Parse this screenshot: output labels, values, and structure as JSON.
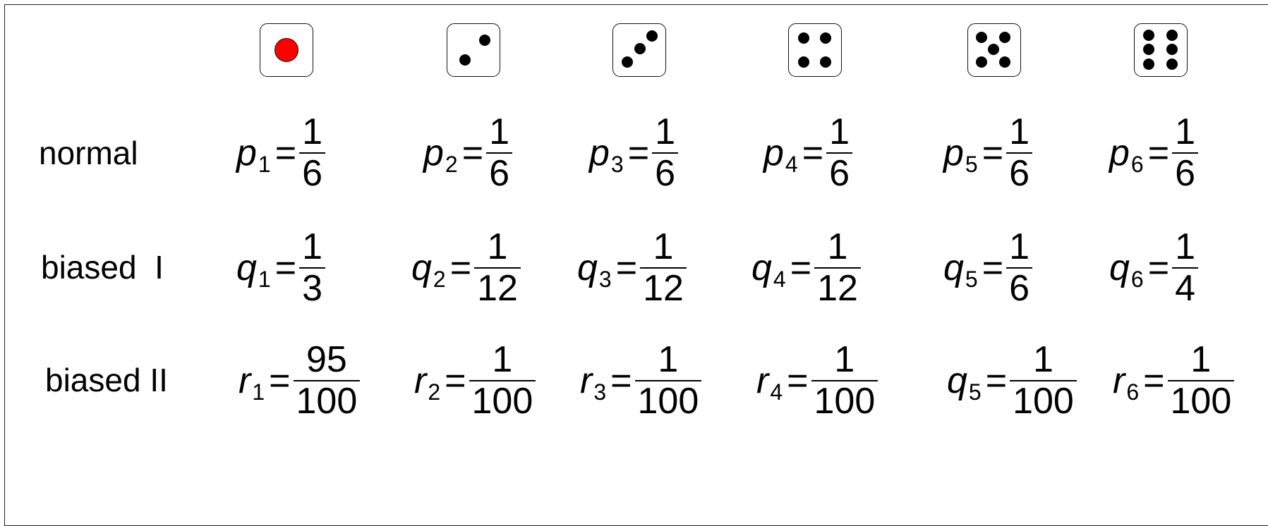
{
  "dice": [
    {
      "face": 1,
      "pips": "one-red"
    },
    {
      "face": 2,
      "pips": "two"
    },
    {
      "face": 3,
      "pips": "three"
    },
    {
      "face": 4,
      "pips": "four"
    },
    {
      "face": 5,
      "pips": "five"
    },
    {
      "face": 6,
      "pips": "six"
    }
  ],
  "colors": {
    "highlight_pip": "#ff0000",
    "pip": "#000000"
  },
  "rows": [
    {
      "label": "normal",
      "entries": [
        {
          "var": "p",
          "sub": "1",
          "eq": "=",
          "num": "1",
          "den": "6"
        },
        {
          "var": "p",
          "sub": "2",
          "eq": "=",
          "num": "1",
          "den": "6"
        },
        {
          "var": "p",
          "sub": "3",
          "eq": "=",
          "num": "1",
          "den": "6"
        },
        {
          "var": "p",
          "sub": "4",
          "eq": "=",
          "num": "1",
          "den": "6"
        },
        {
          "var": "p",
          "sub": "5",
          "eq": "=",
          "num": "1",
          "den": "6"
        },
        {
          "var": "p",
          "sub": "6",
          "eq": "=",
          "num": "1",
          "den": "6"
        }
      ]
    },
    {
      "label": "biased  I",
      "entries": [
        {
          "var": "q",
          "sub": "1",
          "eq": "=",
          "num": "1",
          "den": "3"
        },
        {
          "var": "q",
          "sub": "2",
          "eq": "=",
          "num": "1",
          "den": "12"
        },
        {
          "var": "q",
          "sub": "3",
          "eq": "=",
          "num": "1",
          "den": "12"
        },
        {
          "var": "q",
          "sub": "4",
          "eq": "=",
          "num": "1",
          "den": "12"
        },
        {
          "var": "q",
          "sub": "5",
          "eq": "=",
          "num": "1",
          "den": "6"
        },
        {
          "var": "q",
          "sub": "6",
          "eq": "=",
          "num": "1",
          "den": "4"
        }
      ]
    },
    {
      "label": "biased II",
      "entries": [
        {
          "var": "r",
          "sub": "1",
          "eq": "=",
          "num": "95",
          "den": "100"
        },
        {
          "var": "r",
          "sub": "2",
          "eq": "=",
          "num": "1",
          "den": "100"
        },
        {
          "var": "r",
          "sub": "3",
          "eq": "=",
          "num": "1",
          "den": "100"
        },
        {
          "var": "r",
          "sub": "4",
          "eq": "=",
          "num": "1",
          "den": "100"
        },
        {
          "var": "q",
          "sub": "5",
          "eq": "=",
          "num": "1",
          "den": "100"
        },
        {
          "var": "r",
          "sub": "6",
          "eq": "=",
          "num": "1",
          "den": "100"
        }
      ]
    }
  ]
}
